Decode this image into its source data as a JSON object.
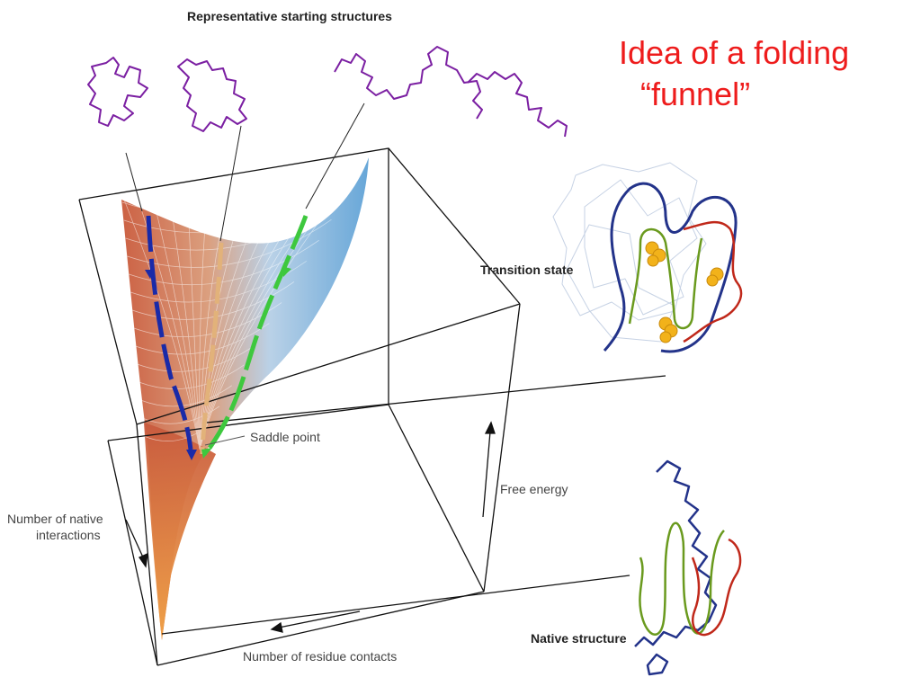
{
  "title": {
    "line1": "Idea of a folding",
    "line2": "“funnel”"
  },
  "labels": {
    "starting_structures": "Representative starting structures",
    "transition_state": "Transition state",
    "saddle_point": "Saddle point",
    "free_energy": "Free energy",
    "native_interactions_line1": "Number of native",
    "native_interactions_line2": "interactions",
    "residue_contacts": "Number of residue contacts",
    "native_structure": "Native structure"
  },
  "colors": {
    "title": "#ee1c1c",
    "unfolded_chain": "#7b1fa2",
    "path_blue": "#1a2aa8",
    "path_green": "#3ec83e",
    "path_tan": "#e2b27a",
    "protein_blue": "#23338a",
    "protein_green": "#6a9a1e",
    "protein_red": "#c0281a",
    "contact_spheres": "#f2b21a",
    "box_lines": "#111111"
  }
}
